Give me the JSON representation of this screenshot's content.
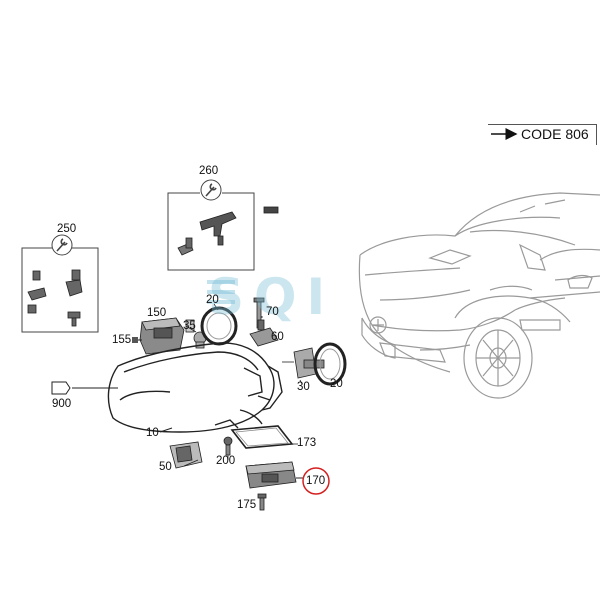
{
  "code_reference": {
    "arrow_icon": "right-arrow-icon",
    "text": "CODE 806"
  },
  "watermark": {
    "text": "SQI",
    "color": "#8ecbe0"
  },
  "highlight_color": "#d42020",
  "labels": {
    "l260": "260",
    "l250": "250",
    "l150": "150",
    "l155": "155",
    "l20a": "20",
    "l35": "35",
    "l70": "70",
    "l60": "60",
    "l30": "30",
    "l20b": "20",
    "l900": "900",
    "l10": "10",
    "l173": "173",
    "l50": "50",
    "l200": "200",
    "l170": "170",
    "l175": "175"
  }
}
